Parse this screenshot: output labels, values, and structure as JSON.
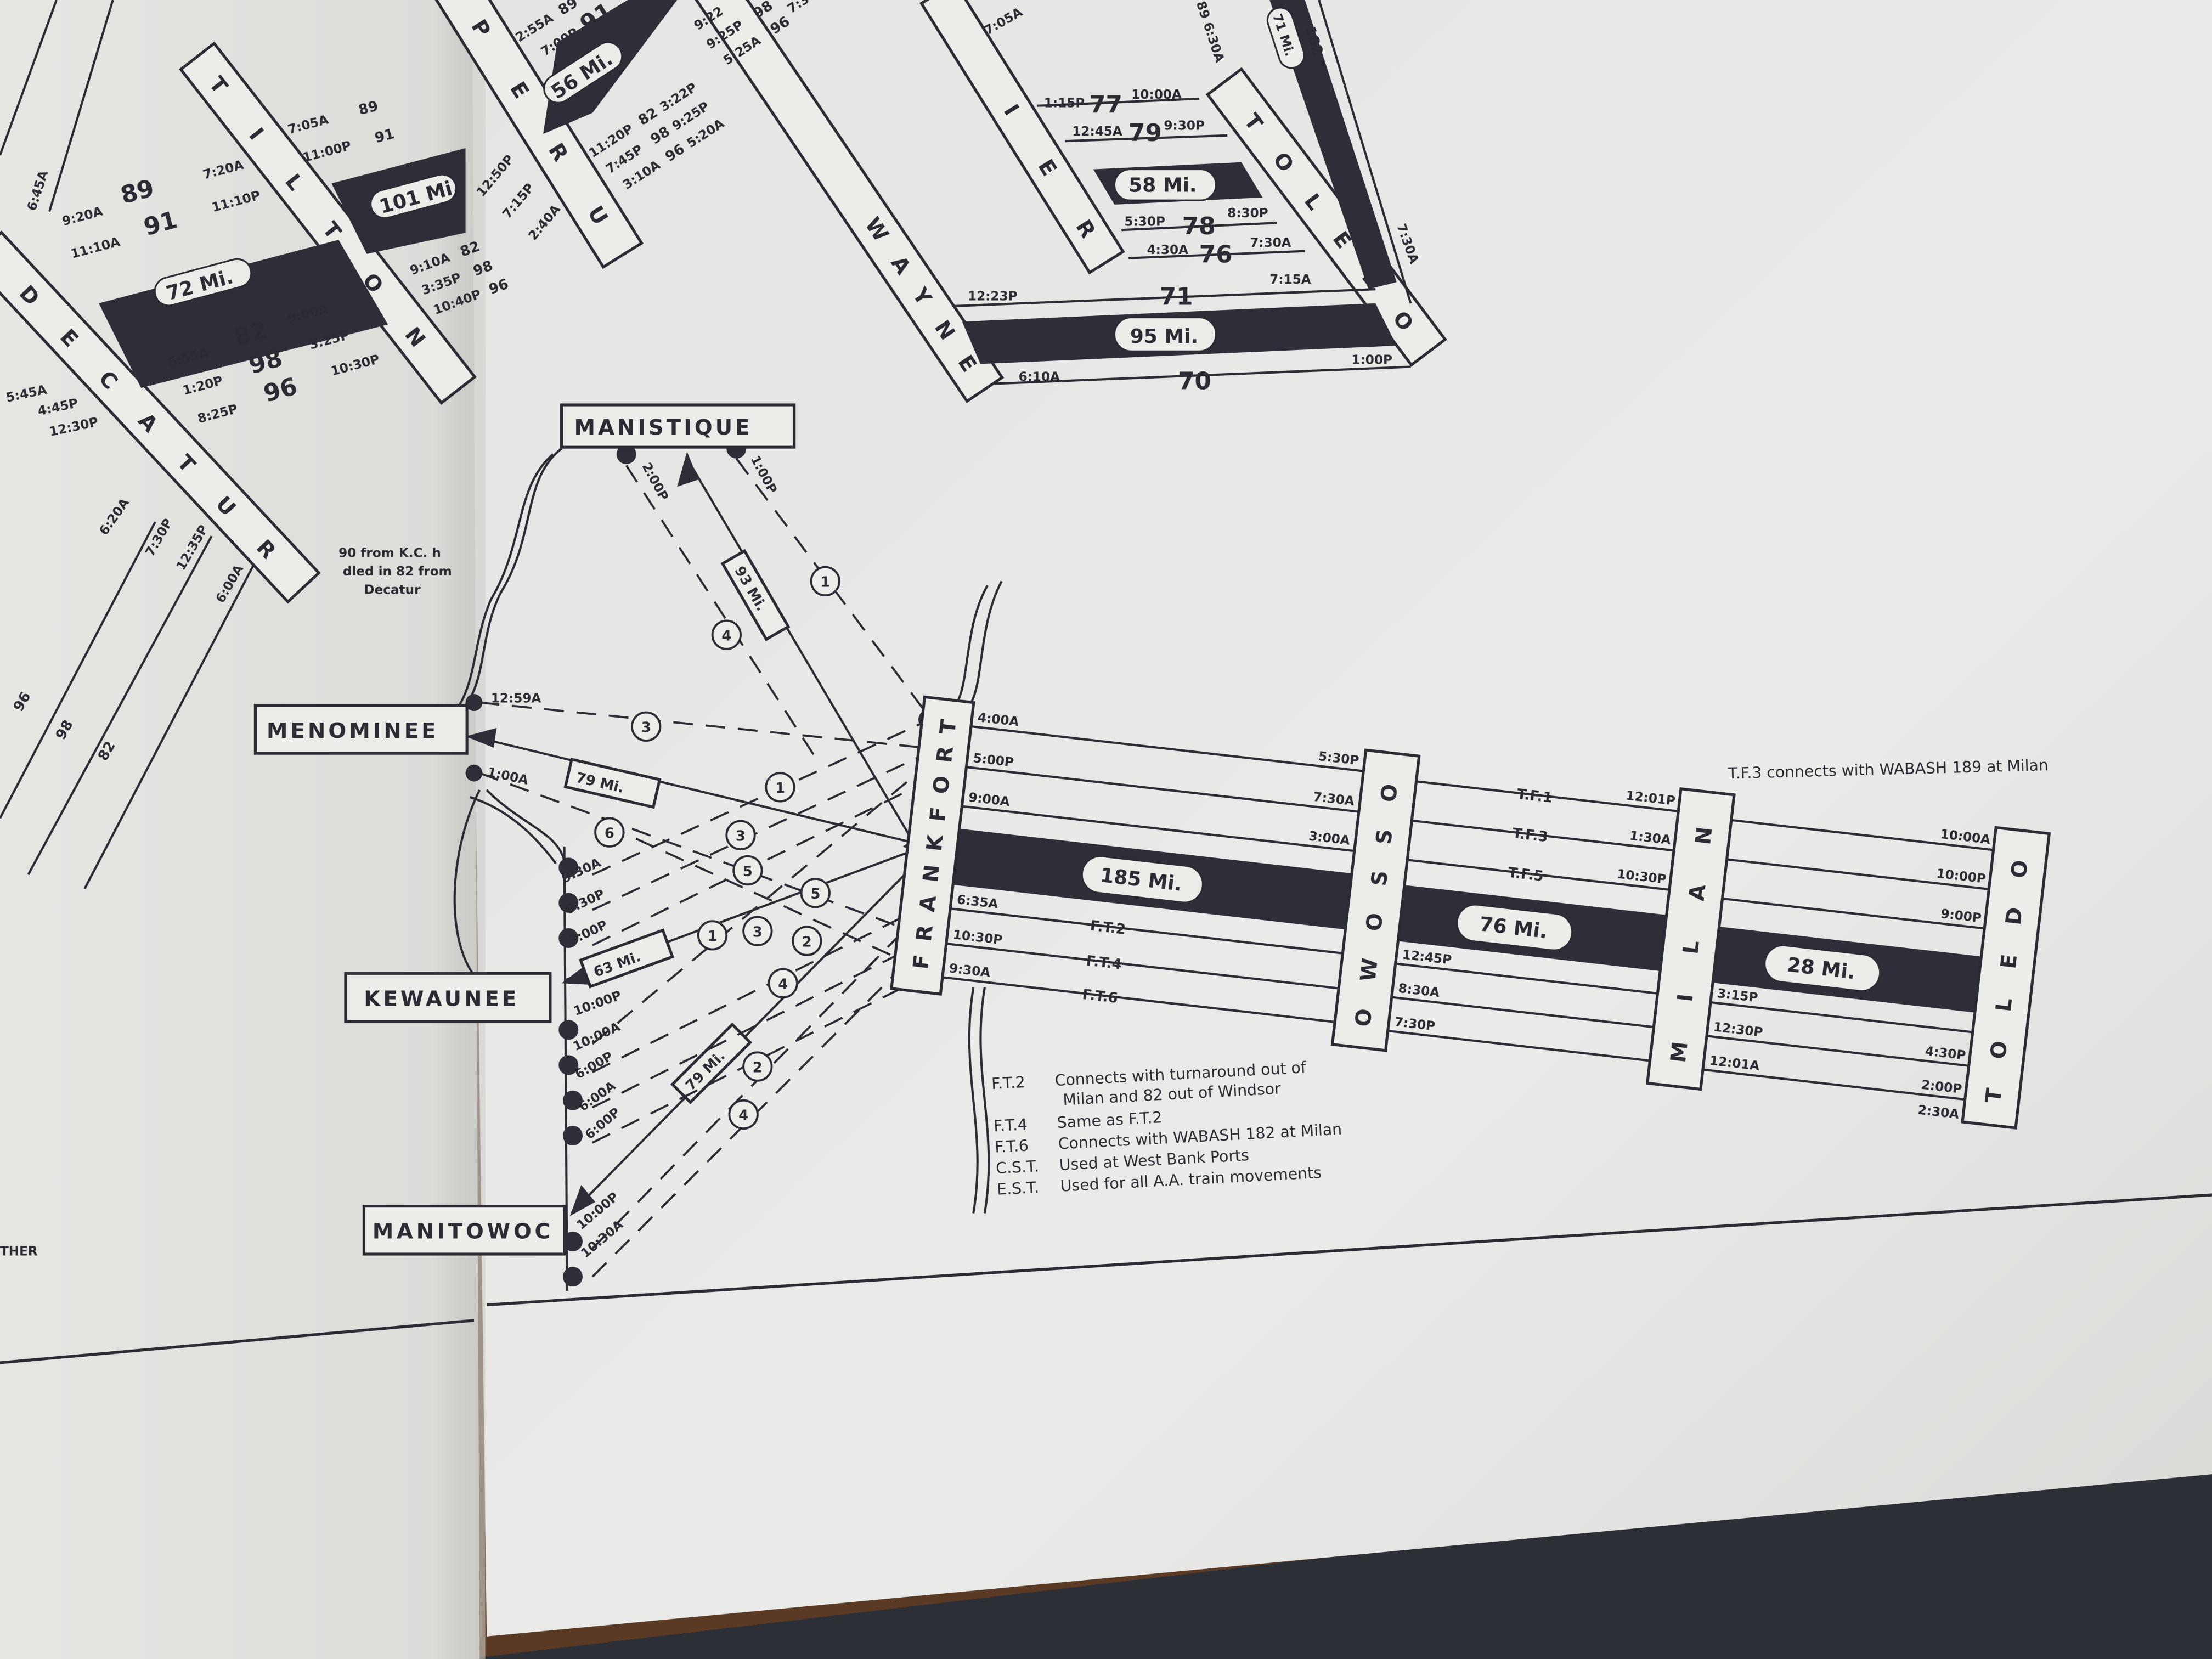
{
  "colors": {
    "paper": "#e8e8e5",
    "ink": "#2b2b33",
    "table": "#5a3a24"
  },
  "top_section": {
    "stations": {
      "toledo": "TOLEDO",
      "wayne": "WAYNE",
      "ier": "IER",
      "peru": "PERU"
    },
    "trains": [
      {
        "num": "77",
        "dep": "1:15P",
        "arr": "10:00A"
      },
      {
        "num": "79",
        "dep": "12:45A",
        "arr": "9:30P"
      },
      {
        "num": "78",
        "dep": "5:30P",
        "arr": "8:30P"
      },
      {
        "num": "76",
        "dep": "4:30A",
        "arr": "7:30A"
      },
      {
        "num": "71",
        "dep": "12:23P",
        "arr": "7:15A"
      },
      {
        "num": "70",
        "dep": "6:10A",
        "arr": "1:00P"
      }
    ],
    "distances": [
      "58 Mi.",
      "95 Mi.",
      "71 Mi.",
      "56 Mi."
    ],
    "misc": {
      "n182": "182",
      "t730a": "7:30A",
      "t630a": "6:30A",
      "n89": "89"
    },
    "peru_trains": [
      {
        "num": "89",
        "dep": "2:55A"
      },
      {
        "num": "91",
        "dep": "7:00P"
      },
      {
        "num": "82",
        "dep": "11:20P",
        "arr": "3:22P"
      },
      {
        "num": "98",
        "dep": "7:45P",
        "arr": "9:25P"
      },
      {
        "num": "96",
        "dep": "3:10A",
        "arr": "5:20A"
      }
    ],
    "peru_left_times": [
      "12:50P",
      "7:15P",
      "2:40A"
    ],
    "wayne_trains": [
      {
        "num": "98",
        "dep": "9:25P"
      },
      {
        "num": "96",
        "dep": "5:25A"
      }
    ],
    "wayne_times": [
      "9:22",
      "7:05A",
      "7:30"
    ]
  },
  "left_page": {
    "stations": {
      "decatur": "DECATUR",
      "tilton": "TILTON"
    },
    "trains_a": [
      {
        "num": "89",
        "dep": "9:20A",
        "arr": "7:20A"
      },
      {
        "num": "91",
        "dep": "11:10A",
        "arr": "11:10P"
      },
      {
        "num": "82",
        "dep": "6:55A",
        "arr": "9:00A"
      },
      {
        "num": "98",
        "dep": "1:20P",
        "arr": "3:25P"
      },
      {
        "num": "96",
        "dep": "8:25P",
        "arr": "10:30P"
      }
    ],
    "trains_b": [
      {
        "num": "89",
        "dep": "7:05A"
      },
      {
        "num": "91",
        "dep": "11:00P"
      },
      {
        "num": "82",
        "dep": "9:10A"
      },
      {
        "num": "98",
        "dep": "3:35P"
      },
      {
        "num": "96",
        "dep": "10:40P"
      }
    ],
    "distances": [
      "72 Mi.",
      "101 Mi."
    ],
    "times": [
      "6:45A",
      "5:45A",
      "4:45P",
      "12:30P",
      "6:20A",
      "7:30P",
      "12:35P",
      "6:00A"
    ],
    "bottom_nums": [
      "96",
      "98",
      "82"
    ],
    "note": [
      "90 from K.C. h",
      "dled in 82 from",
      "Decatur"
    ],
    "fragment": "THER"
  },
  "lake_ports": {
    "ports": {
      "manistique": "MANISTIQUE",
      "menominee": "MENOMINEE",
      "kewaunee": "KEWAUNEE",
      "manitowoc": "MANITOWOC"
    },
    "manistique_times": [
      "2:00P",
      "1:00P"
    ],
    "menominee_times": [
      "12:59A",
      "1:00A"
    ],
    "kewaunee_times": [
      "9:30A",
      "9:30P",
      "3:00P",
      "10:00P",
      "10:00A",
      "6:00P",
      "6:00A",
      "6:00P"
    ],
    "manitowoc_times": [
      "10:00P",
      "10:30A"
    ],
    "distances": {
      "manistique": "93 Mi.",
      "menominee": "79 Mi.",
      "kewaunee": "63 Mi.",
      "manitowoc": "79 Mi."
    },
    "boat_numbers": [
      "1",
      "4",
      "3",
      "1",
      "6",
      "3",
      "5",
      "5",
      "3",
      "1",
      "2",
      "4",
      "2",
      "4"
    ]
  },
  "main_line": {
    "stations": {
      "frankfort": "FRANKFORT",
      "owosso": "OWOSSO",
      "milan": "MILAN",
      "toledo": "TOLEDO"
    },
    "frankfort_owosso": {
      "distance": "185 Mi.",
      "top": [
        {
          "dep": "4:00A",
          "arr": "5:30P"
        },
        {
          "dep": "5:00P",
          "arr": "7:30A"
        },
        {
          "dep": "9:00A",
          "arr": "3:00A"
        }
      ],
      "bottom": [
        {
          "dep": "6:35A",
          "train": "F.T.2"
        },
        {
          "dep": "10:30P",
          "train": "F.T.4"
        },
        {
          "dep": "9:30A",
          "train": "F.T.6"
        }
      ]
    },
    "owosso_milan": {
      "distance": "76 Mi.",
      "top": [
        {
          "train": "T.F.1",
          "arr": "12:01P"
        },
        {
          "train": "T.F.3",
          "arr": "1:30A"
        },
        {
          "train": "T.F.5",
          "arr": "10:30P"
        }
      ],
      "bottom": [
        {
          "dep": "12:45P"
        },
        {
          "dep": "8:30A"
        },
        {
          "dep": "7:30P"
        }
      ]
    },
    "milan_toledo": {
      "distance": "28 Mi.",
      "top": [
        {
          "arr": "10:00A"
        },
        {
          "arr": "10:00P"
        },
        {
          "arr": "9:00P"
        }
      ],
      "bottom": [
        {
          "dep": "3:15P",
          "arr": "4:30P"
        },
        {
          "dep": "12:30P",
          "arr": "2:00P"
        },
        {
          "dep": "12:01A",
          "arr": "2:30A"
        }
      ]
    },
    "tf3_note": "T.F.3 connects with WABASH 189 at Milan"
  },
  "notes": [
    {
      "key": "F.T.2",
      "text": "Connects with turnaround out of",
      "text2": "Milan and 82 out of Windsor"
    },
    {
      "key": "F.T.4",
      "text": "Same as F.T.2"
    },
    {
      "key": "F.T.6",
      "text": "Connects with WABASH 182 at Milan"
    },
    {
      "key": "C.S.T.",
      "text": "Used at West Bank Ports"
    },
    {
      "key": "E.S.T.",
      "text": "Used for all A.A. train movements"
    }
  ]
}
